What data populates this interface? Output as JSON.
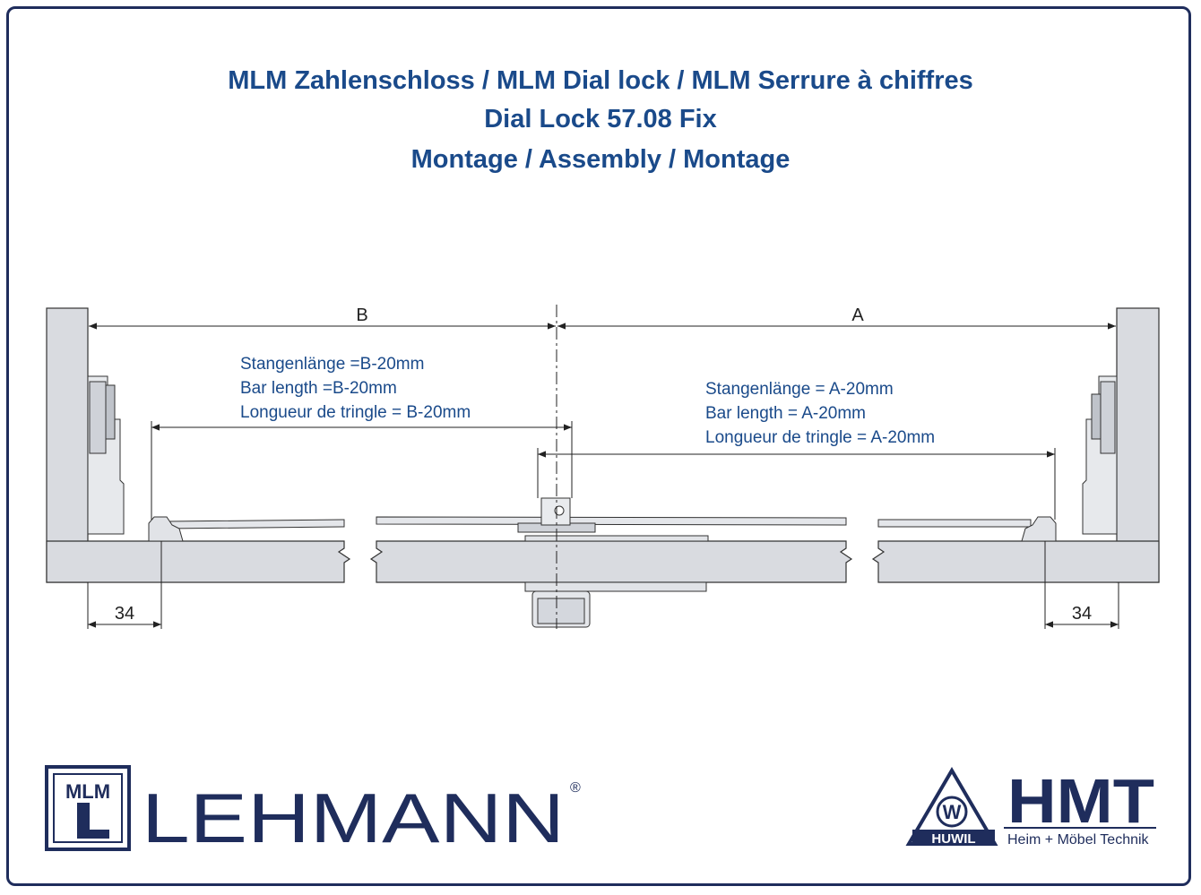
{
  "title": {
    "line1": "MLM Zahlenschloss / MLM Dial lock / MLM Serrure à chiffres",
    "line2": "Dial Lock 57.08 Fix",
    "line3": "Montage / Assembly / Montage"
  },
  "drawing": {
    "dim_b_label": "B",
    "dim_a_label": "A",
    "left_note": {
      "de": "Stangenlänge =B-20mm",
      "en": "Bar length =B-20mm",
      "fr": "Longueur de tringle = B-20mm"
    },
    "right_note": {
      "de": "Stangenlänge = A-20mm",
      "en": "Bar length = A-20mm",
      "fr": "Longueur de tringle = A-20mm"
    },
    "left_offset": "34",
    "right_offset": "34"
  },
  "logos": {
    "lehmann_mark": "MLM",
    "lehmann_name": "LEHMANN",
    "lehmann_reg": "®",
    "huwil_mark": "W",
    "huwil_name": "HUWIL",
    "hmt_name": "HMT",
    "hmt_tagline": "Heim + Möbel Technik"
  },
  "colors": {
    "title_blue": "#1a4a8a",
    "logo_navy": "#1f2d5c",
    "panel_gray": "#d9dbe0"
  }
}
